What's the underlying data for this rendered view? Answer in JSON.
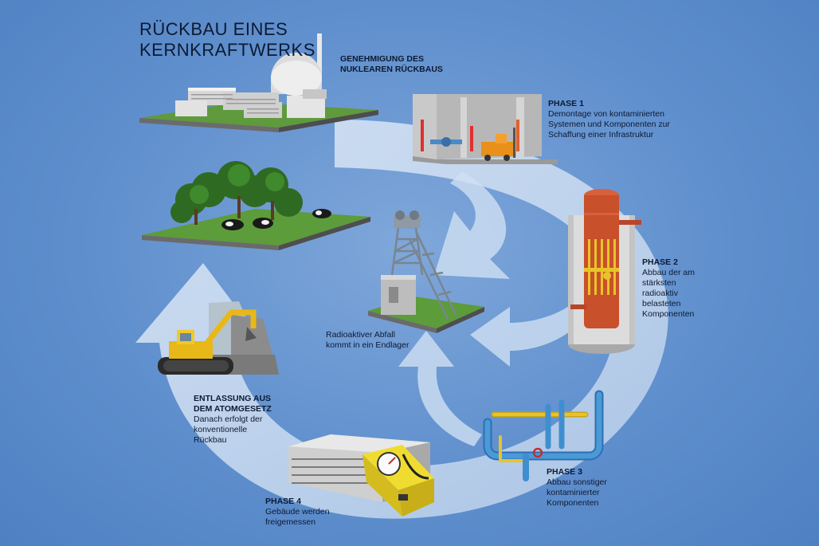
{
  "title": {
    "line1": "RÜCKBAU EINES",
    "line2": "KERNKRAFTWERKS"
  },
  "steps": {
    "approval": {
      "heading": "GENEHMIGUNG DES NUKLEAREN RÜCKBAUS"
    },
    "phase1": {
      "heading": "PHASE 1",
      "text": "Demontage von kontaminierten Systemen und Komponenten zur Schaffung einer Infrastruktur"
    },
    "phase2": {
      "heading": "PHASE 2",
      "text": "Abbau der am stärksten radioaktiv belasteten Komponenten"
    },
    "phase3": {
      "heading": "PHASE 3",
      "text": "Abbau sonstiger kontaminierter Komponenten"
    },
    "phase4": {
      "heading": "PHASE 4",
      "text": "Gebäude werden freigemessen"
    },
    "release": {
      "heading": "ENTLASSUNG AUS DEM ATOMGESETZ",
      "text": "Danach erfolgt der konventionelle Rückbau"
    },
    "waste": {
      "text": "Radioaktiver Abfall kommt in ein Endlager"
    }
  },
  "icons": [
    "nuclear-plant-icon",
    "dismantling-hall-icon",
    "reactor-vessel-icon",
    "pipes-valve-icon",
    "radiation-meter-icon",
    "excavator-icon",
    "meadow-cows-icon",
    "repository-headframe-icon"
  ],
  "colors": {
    "background": "#5f8fcd",
    "arrow": "#c8daf0",
    "grass": "#5a9a3a",
    "reactor": "#c8502a",
    "pipe_blue": "#3f8fd0",
    "pipe_yellow": "#e8c42a",
    "meter": "#e8d22a",
    "forklift": "#e8901a"
  }
}
